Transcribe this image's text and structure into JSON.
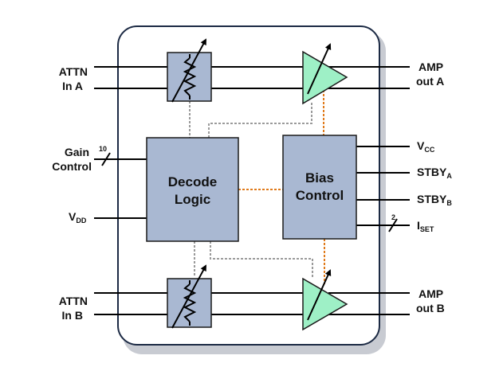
{
  "colors": {
    "chip_fill": "#ffffff",
    "chip_border": "#1c2a44",
    "chip_shadow": "#c8cbd2",
    "block_fill": "#a9b8d2",
    "block_border": "#1a1a1a",
    "amp_fill": "#9ef0c6",
    "orange_link": "#e07a1a",
    "gray_link": "#9a9a9a",
    "wire": "#000000"
  },
  "left_labels": {
    "attn_a_line1": "ATTN",
    "attn_a_line2": "In A",
    "gain_line1": "Gain",
    "gain_line2": "Control",
    "gain_bus_width": "10",
    "vdd_main": "V",
    "vdd_sub": "DD",
    "attn_b_line1": "ATTN",
    "attn_b_line2": "In B"
  },
  "right_labels": {
    "amp_a_line1": "AMP",
    "amp_a_line2": "out A",
    "vcc_main": "V",
    "vcc_sub": "CC",
    "stby_a_main": "STBY",
    "stby_a_sub": "A",
    "stby_b_main": "STBY",
    "stby_b_sub": "B",
    "iset_main": "I",
    "iset_sub": "SET",
    "iset_bus_width": "2",
    "amp_b_line1": "AMP",
    "amp_b_line2": "out B"
  },
  "blocks": {
    "decode_line1": "Decode",
    "decode_line2": "Logic",
    "bias_line1": "Bias",
    "bias_line2": "Control"
  }
}
